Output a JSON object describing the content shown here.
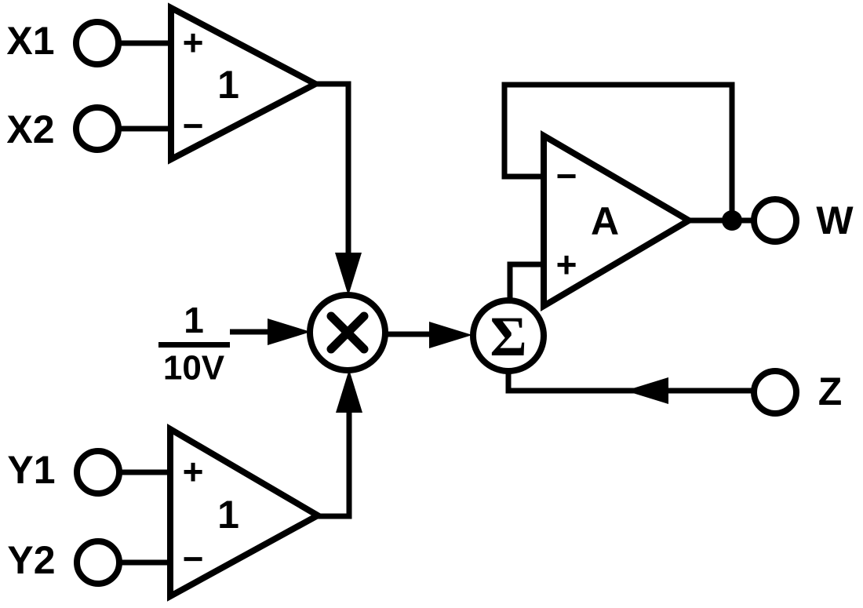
{
  "diagram": {
    "terminals": {
      "x1": "X1",
      "x2": "X2",
      "y1": "Y1",
      "y2": "Y2",
      "w": "W",
      "z": "Z"
    },
    "buffer_x": {
      "plus": "+",
      "minus": "−",
      "gain": "1"
    },
    "buffer_y": {
      "plus": "+",
      "minus": "−",
      "gain": "1"
    },
    "opamp": {
      "minus": "−",
      "plus": "+",
      "label": "A"
    },
    "multiplier": {
      "symbol": "×"
    },
    "summer": {
      "symbol": "Σ"
    },
    "scale_factor": {
      "numerator": "1",
      "denominator": "10V"
    },
    "colors": {
      "ink": "#000000",
      "background": "#ffffff"
    }
  }
}
